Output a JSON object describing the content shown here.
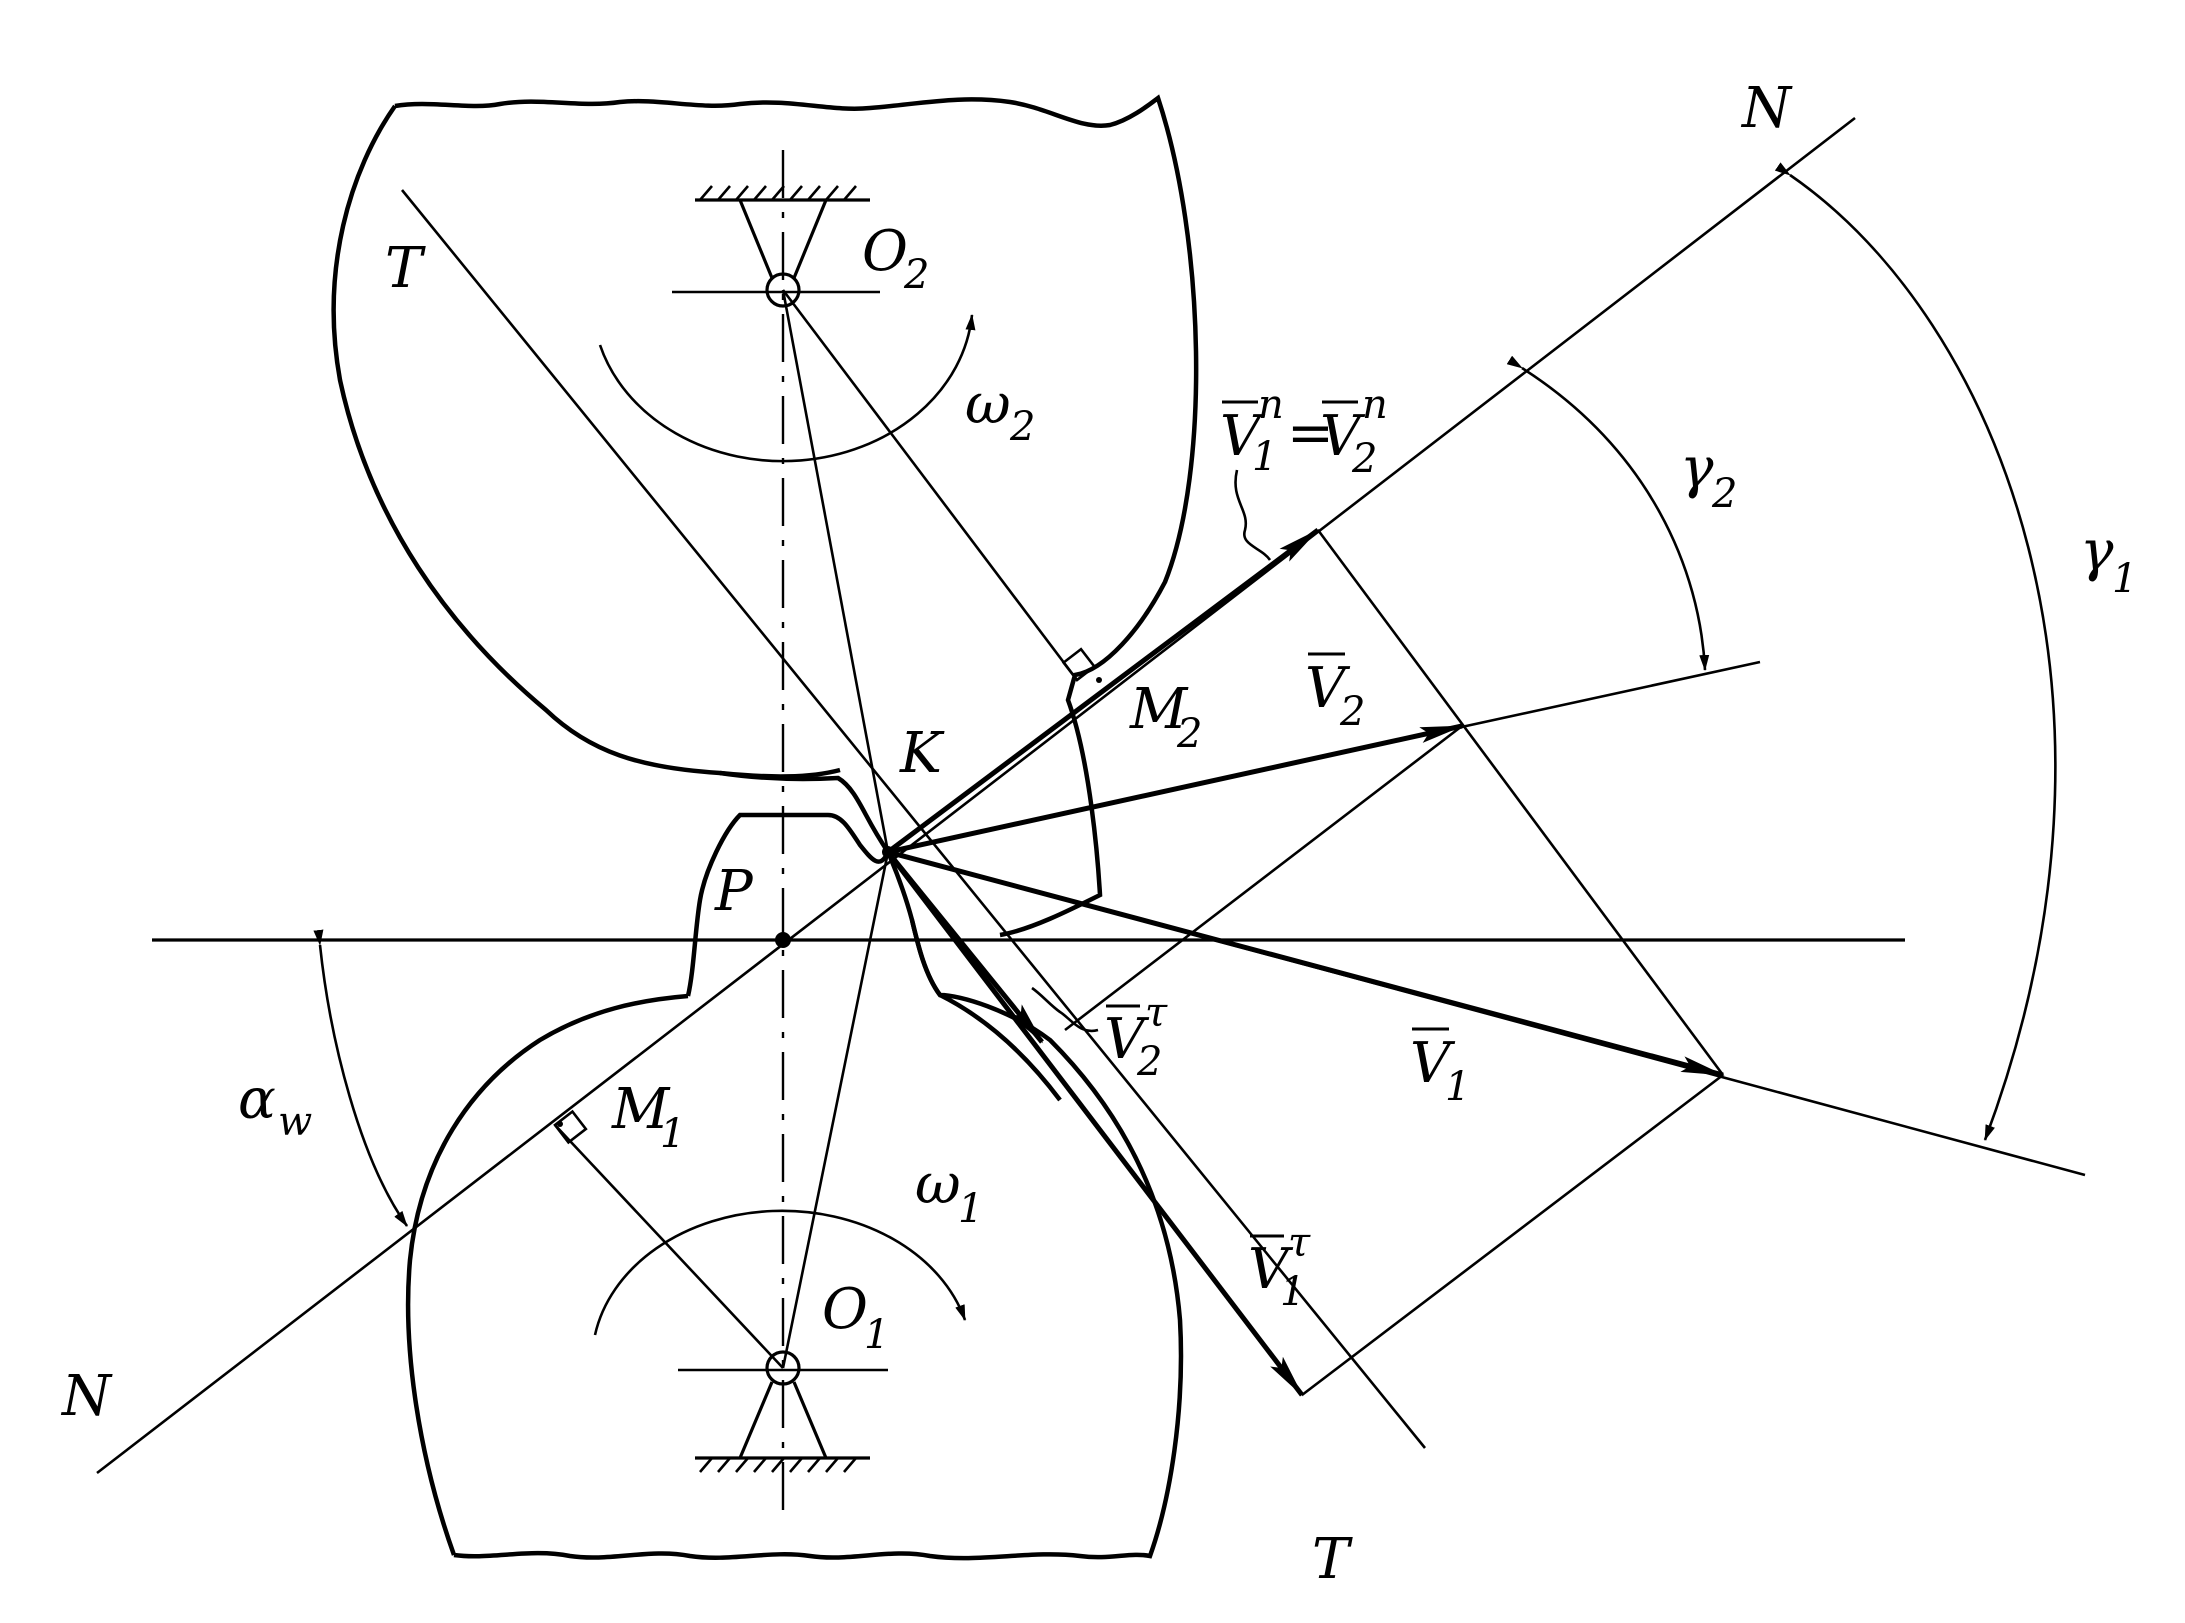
{
  "labels": {
    "N_top": "N",
    "N_bottom": "N",
    "T_top": "T",
    "T_bottom": "T",
    "O2": "O",
    "O2_sub": "2",
    "O1": "O",
    "O1_sub": "1",
    "omega2": "ω",
    "omega2_sub": "2",
    "omega1": "ω",
    "omega1_sub": "1",
    "K": "K",
    "P": "P",
    "M2": "M",
    "M2_sub": "2",
    "M1": "M",
    "M1_sub": "1",
    "alpha": "α",
    "alpha_sub": "w",
    "gamma2": "γ",
    "gamma2_sub": "2",
    "gamma1": "γ",
    "gamma1_sub": "1",
    "V2": "V",
    "V2_sub": "2",
    "V1": "V",
    "V1_sub": "1",
    "Vn_a": "V",
    "Vn_a_sub": "1",
    "Vn_a_sup": "n",
    "Vn_eq": "=",
    "Vn_b": "V",
    "Vn_b_sub": "2",
    "Vn_b_sup": "n",
    "V2tau": "V",
    "V2tau_sub": "2",
    "V2tau_sup": "τ",
    "V1tau": "V",
    "V1tau_sub": "1",
    "V1tau_sup": "τ"
  }
}
